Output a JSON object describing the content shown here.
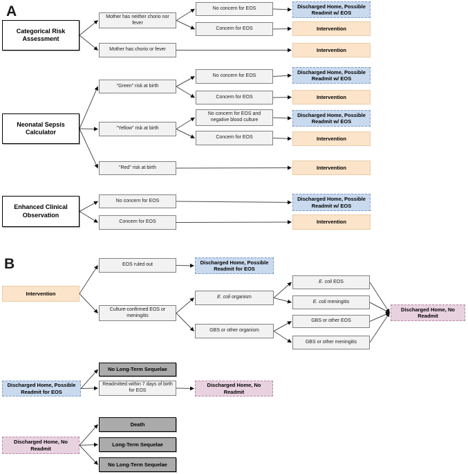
{
  "panels": {
    "a": "A",
    "b": "B"
  },
  "colors": {
    "discharged_home_possible_readmit": "#c9d9ee",
    "intervention": "#fbe4ca",
    "discharged_home_no_readmit": "#e9d2e0",
    "sequelae_outcome": "#ababab",
    "decision_box": "#f2f2f2"
  },
  "nodes": [
    {
      "id": "categorical-risk-assessment",
      "type": "root",
      "label": "Categorical Risk Assessment"
    },
    {
      "id": "mother-neither-chorio",
      "type": "plain",
      "label": "Mother has neither chorio nor fever"
    },
    {
      "id": "mother-chorio-fever",
      "type": "plain",
      "label": "Mother has chorio or fever"
    },
    {
      "id": "no-concern-eos-a1",
      "type": "plain",
      "label": "No concern for EOS"
    },
    {
      "id": "concern-eos-a1",
      "type": "plain",
      "label": "Concern for EOS"
    },
    {
      "id": "discharged-readmit-w-eos-a1",
      "type": "blue",
      "label": "Discharged Home, Possible Readmit w/ EOS"
    },
    {
      "id": "intervention-a1",
      "type": "orange",
      "label": "Intervention"
    },
    {
      "id": "intervention-a2",
      "type": "orange",
      "label": "Intervention"
    },
    {
      "id": "neonatal-sepsis-calculator",
      "type": "root",
      "label": "Neonatal Sepsis Calculator"
    },
    {
      "id": "green-risk-at-birth",
      "type": "plain",
      "label": "\"Green\" risk at birth"
    },
    {
      "id": "yellow-risk-at-birth",
      "type": "plain",
      "label": "\"Yellow\" risk at birth"
    },
    {
      "id": "red-risk-at-birth",
      "type": "plain",
      "label": "\"Red\" risk at birth"
    },
    {
      "id": "no-concern-eos-green",
      "type": "plain",
      "label": "No concern for EOS"
    },
    {
      "id": "concern-eos-green",
      "type": "plain",
      "label": "Concern for EOS"
    },
    {
      "id": "no-concern-neg-culture",
      "type": "plain",
      "label": "No concern for EOS and negative blood culture"
    },
    {
      "id": "concern-eos-yellow",
      "type": "plain",
      "label": "Concern for EOS"
    },
    {
      "id": "discharged-readmit-w-eos-green",
      "type": "blue",
      "label": "Discharged Home, Possible Readmit w/ EOS"
    },
    {
      "id": "intervention-green",
      "type": "orange",
      "label": "Intervention"
    },
    {
      "id": "discharged-readmit-w-eos-yellow",
      "type": "blue",
      "label": "Discharged Home, Possible Readmit w/ EOS"
    },
    {
      "id": "intervention-yellow",
      "type": "orange",
      "label": "Intervention"
    },
    {
      "id": "intervention-red",
      "type": "orange",
      "label": "Intervention"
    },
    {
      "id": "enhanced-clinical-observation",
      "type": "root",
      "label": "Enhanced Clinical Observation"
    },
    {
      "id": "no-concern-eos-eco",
      "type": "plain",
      "label": "No concern for EOS"
    },
    {
      "id": "concern-eos-eco",
      "type": "plain",
      "label": "Concern for EOS"
    },
    {
      "id": "discharged-readmit-w-eos-eco",
      "type": "blue",
      "label": "Discharged Home, Possible Readmit w/ EOS"
    },
    {
      "id": "intervention-eco",
      "type": "orange",
      "label": "Intervention"
    },
    {
      "id": "intervention-b",
      "type": "orange",
      "label": "Intervention"
    },
    {
      "id": "eos-ruled-out",
      "type": "plain",
      "label": "EOS ruled out"
    },
    {
      "id": "discharged-readmit-for-eos-b",
      "type": "blue",
      "label": "Discharged Home, Possible Readmit for EOS"
    },
    {
      "id": "culture-confirmed-eos",
      "type": "plain",
      "label": "Culture-confirmed EOS or meningitis"
    },
    {
      "id": "ecoli-organism",
      "type": "plain",
      "label_italic": "E. coli",
      "label_rest": " organism"
    },
    {
      "id": "gbs-or-other-organism",
      "type": "plain",
      "label": "GBS or other organism"
    },
    {
      "id": "ecoli-eos",
      "type": "plain",
      "label_italic": "E. coli",
      "label_rest": " EOS"
    },
    {
      "id": "ecoli-meningitis",
      "type": "plain",
      "label_italic": "E. coli",
      "label_rest": " meningitis"
    },
    {
      "id": "gbs-or-other-eos",
      "type": "plain",
      "label": "GBS or other EOS"
    },
    {
      "id": "gbs-or-other-meningitis",
      "type": "plain",
      "label": "GBS or other meningitis"
    },
    {
      "id": "discharged-no-readmit-1",
      "type": "pink",
      "label": "Discharged Home, No Readmit"
    },
    {
      "id": "no-long-term-sequelae-1",
      "type": "dark",
      "label": "No Long-Term Sequelae"
    },
    {
      "id": "discharged-readmit-for-eos-2",
      "type": "blue",
      "label": "Discharged Home, Possible Readmit for EOS"
    },
    {
      "id": "readmitted-within-7-days",
      "type": "plain",
      "label": "Readmitted within 7 days of birth for EOS"
    },
    {
      "id": "discharged-no-readmit-2",
      "type": "pink",
      "label": "Discharged Home, No Readmit"
    },
    {
      "id": "discharged-no-readmit-3",
      "type": "pink",
      "label": "Discharged Home, No Readmit"
    },
    {
      "id": "death",
      "type": "dark",
      "label": "Death"
    },
    {
      "id": "long-term-sequelae",
      "type": "dark",
      "label": "Long-Term Sequelae"
    },
    {
      "id": "no-long-term-sequelae-2",
      "type": "dark",
      "label": "No Long-Term Sequelae"
    }
  ],
  "edges": [
    {
      "from": "categorical-risk-assessment",
      "to": "mother-neither-chorio"
    },
    {
      "from": "categorical-risk-assessment",
      "to": "mother-chorio-fever"
    },
    {
      "from": "mother-neither-chorio",
      "to": "no-concern-eos-a1"
    },
    {
      "from": "mother-neither-chorio",
      "to": "concern-eos-a1"
    },
    {
      "from": "no-concern-eos-a1",
      "to": "discharged-readmit-w-eos-a1"
    },
    {
      "from": "concern-eos-a1",
      "to": "intervention-a1"
    },
    {
      "from": "mother-chorio-fever",
      "to": "intervention-a2"
    },
    {
      "from": "neonatal-sepsis-calculator",
      "to": "green-risk-at-birth"
    },
    {
      "from": "neonatal-sepsis-calculator",
      "to": "yellow-risk-at-birth"
    },
    {
      "from": "neonatal-sepsis-calculator",
      "to": "red-risk-at-birth"
    },
    {
      "from": "green-risk-at-birth",
      "to": "no-concern-eos-green"
    },
    {
      "from": "green-risk-at-birth",
      "to": "concern-eos-green"
    },
    {
      "from": "no-concern-eos-green",
      "to": "discharged-readmit-w-eos-green"
    },
    {
      "from": "concern-eos-green",
      "to": "intervention-green"
    },
    {
      "from": "yellow-risk-at-birth",
      "to": "no-concern-neg-culture"
    },
    {
      "from": "yellow-risk-at-birth",
      "to": "concern-eos-yellow"
    },
    {
      "from": "no-concern-neg-culture",
      "to": "discharged-readmit-w-eos-yellow"
    },
    {
      "from": "concern-eos-yellow",
      "to": "intervention-yellow"
    },
    {
      "from": "red-risk-at-birth",
      "to": "intervention-red"
    },
    {
      "from": "enhanced-clinical-observation",
      "to": "no-concern-eos-eco"
    },
    {
      "from": "enhanced-clinical-observation",
      "to": "concern-eos-eco"
    },
    {
      "from": "no-concern-eos-eco",
      "to": "discharged-readmit-w-eos-eco"
    },
    {
      "from": "concern-eos-eco",
      "to": "intervention-eco"
    },
    {
      "from": "intervention-b",
      "to": "eos-ruled-out"
    },
    {
      "from": "intervention-b",
      "to": "culture-confirmed-eos"
    },
    {
      "from": "eos-ruled-out",
      "to": "discharged-readmit-for-eos-b"
    },
    {
      "from": "culture-confirmed-eos",
      "to": "ecoli-organism"
    },
    {
      "from": "culture-confirmed-eos",
      "to": "gbs-or-other-organism"
    },
    {
      "from": "ecoli-organism",
      "to": "ecoli-eos"
    },
    {
      "from": "ecoli-organism",
      "to": "ecoli-meningitis"
    },
    {
      "from": "gbs-or-other-organism",
      "to": "gbs-or-other-eos"
    },
    {
      "from": "gbs-or-other-organism",
      "to": "gbs-or-other-meningitis"
    },
    {
      "from": "ecoli-eos",
      "to": "discharged-no-readmit-1"
    },
    {
      "from": "ecoli-meningitis",
      "to": "discharged-no-readmit-1"
    },
    {
      "from": "gbs-or-other-eos",
      "to": "discharged-no-readmit-1"
    },
    {
      "from": "gbs-or-other-meningitis",
      "to": "discharged-no-readmit-1"
    },
    {
      "from": "discharged-readmit-for-eos-2",
      "to": "no-long-term-sequelae-1"
    },
    {
      "from": "discharged-readmit-for-eos-2",
      "to": "readmitted-within-7-days"
    },
    {
      "from": "readmitted-within-7-days",
      "to": "discharged-no-readmit-2"
    },
    {
      "from": "discharged-no-readmit-3",
      "to": "death"
    },
    {
      "from": "discharged-no-readmit-3",
      "to": "long-term-sequelae"
    },
    {
      "from": "discharged-no-readmit-3",
      "to": "no-long-term-sequelae-2"
    }
  ]
}
